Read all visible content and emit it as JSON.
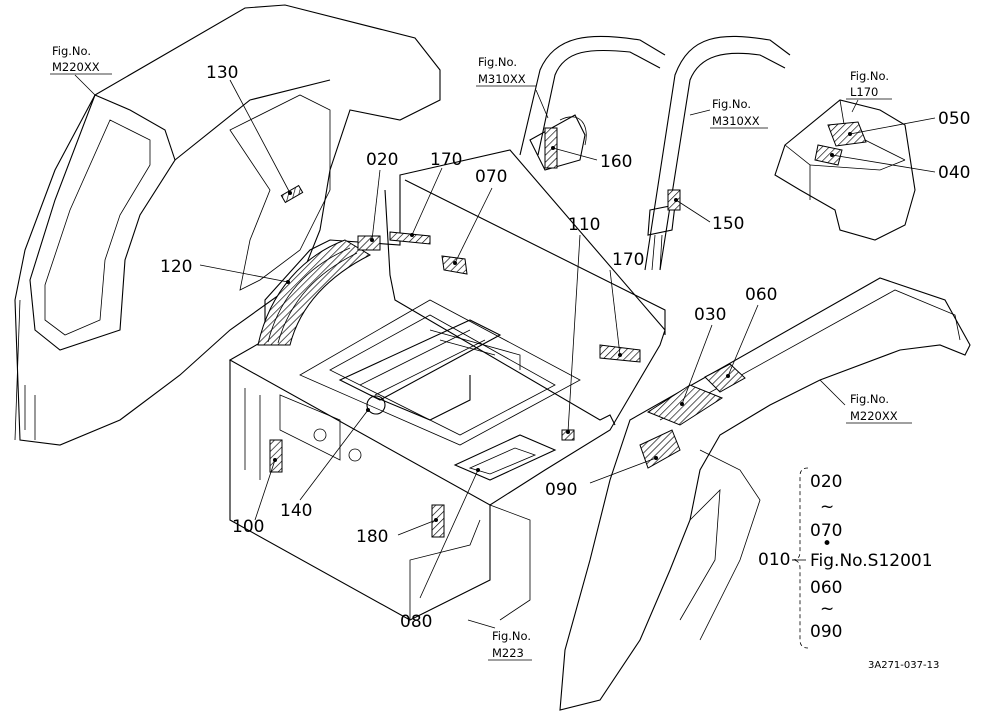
{
  "figrefs": {
    "m220_left_label": "Fig.No.",
    "m220_left_value": "M220XX",
    "m310_left_label": "Fig.No.",
    "m310_left_value": "M310XX",
    "m310_right_label": "Fig.No.",
    "m310_right_value": "M310XX",
    "l170_label": "Fig.No.",
    "l170_value": "L170",
    "m220_right_label": "Fig.No.",
    "m220_right_value": "M220XX",
    "m223_label": "Fig.No.",
    "m223_value": "M223"
  },
  "callouts": {
    "c130": "130",
    "c120": "120",
    "c020": "020",
    "c170a": "170",
    "c070": "070",
    "c110": "110",
    "c170b": "170",
    "c160": "160",
    "c150": "150",
    "c050": "050",
    "c040": "040",
    "c030": "030",
    "c060": "060",
    "c090": "090",
    "c100": "100",
    "c140": "140",
    "c180": "180",
    "c080": "080"
  },
  "legend": {
    "item1": "020",
    "tilde1": "~",
    "item2": "070",
    "dot": "•",
    "group": "010",
    "figref": "Fig.No.S12001",
    "item3": "060",
    "tilde2": "~",
    "item4": "090"
  },
  "drawing_code": "3A271-037-13"
}
